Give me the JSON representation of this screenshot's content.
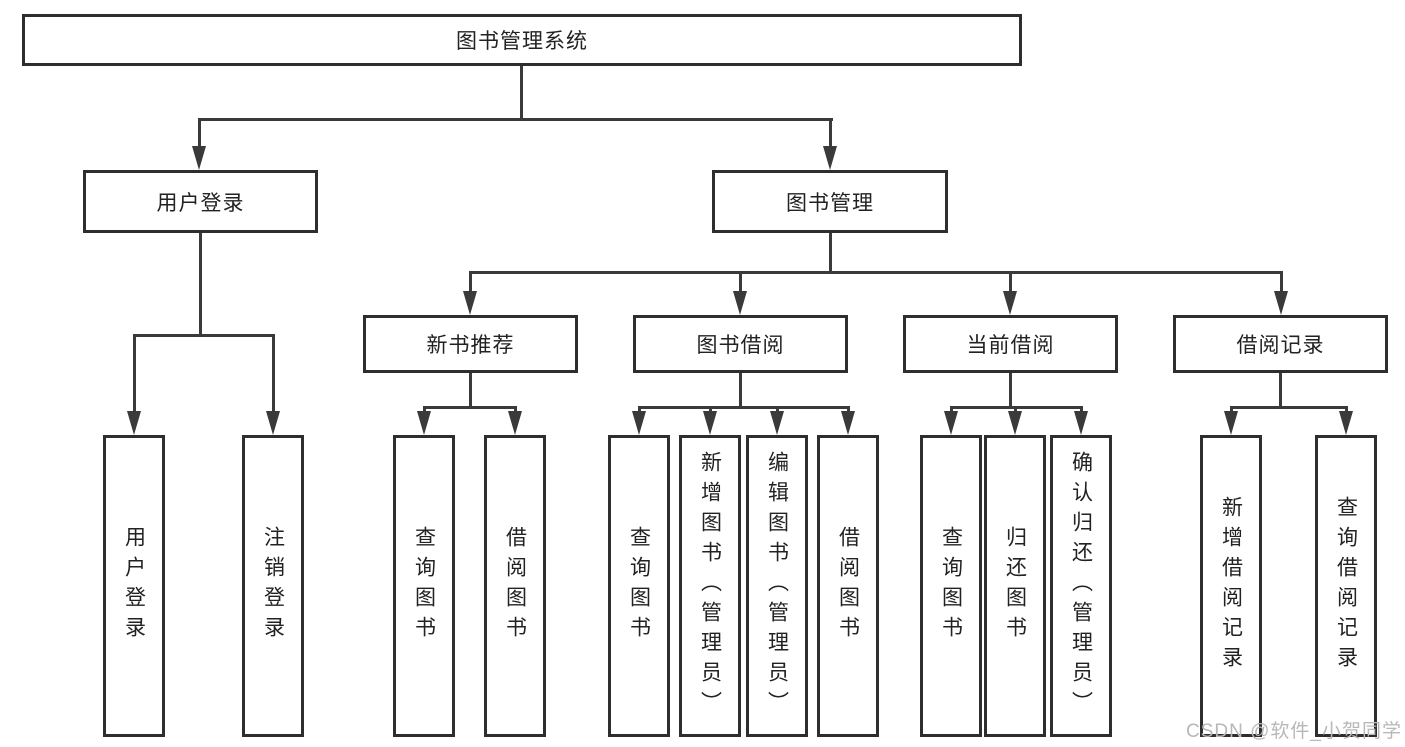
{
  "diagram": {
    "root": {
      "label": "图书管理系统"
    },
    "branches": {
      "user_login": {
        "label": "用户登录",
        "children": [
          {
            "label": "用户登录"
          },
          {
            "label": "注销登录"
          }
        ]
      },
      "book_management": {
        "label": "图书管理",
        "children": [
          {
            "label": "新书推荐",
            "children": [
              {
                "label": "查询图书"
              },
              {
                "label": "借阅图书"
              }
            ]
          },
          {
            "label": "图书借阅",
            "children": [
              {
                "label": "查询图书"
              },
              {
                "label": "新增图书（管理员）"
              },
              {
                "label": "编辑图书（管理员）"
              },
              {
                "label": "借阅图书"
              }
            ]
          },
          {
            "label": "当前借阅",
            "children": [
              {
                "label": "查询图书"
              },
              {
                "label": "归还图书"
              },
              {
                "label": "确认归还（管理员）"
              }
            ]
          },
          {
            "label": "借阅记录",
            "children": [
              {
                "label": "新增借阅记录"
              },
              {
                "label": "查询借阅记录"
              }
            ]
          }
        ]
      }
    }
  },
  "watermark": {
    "text": "CSDN @软件_小贺同学"
  },
  "colors": {
    "line": "#3a3a3a",
    "box_border": "#2e2e2e",
    "text": "#222222",
    "background": "#ffffff",
    "watermark": "#b8b8b8"
  }
}
